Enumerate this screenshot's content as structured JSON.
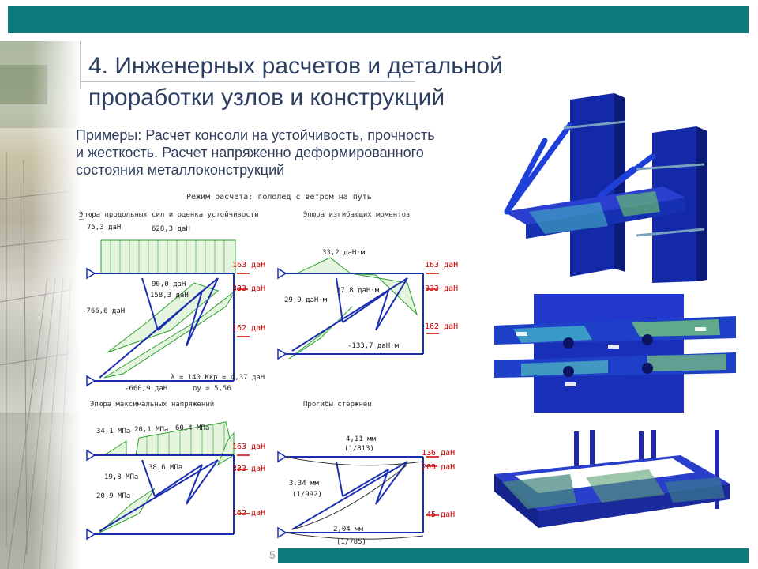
{
  "title_line1": "4. Инженерных расчетов и детальной",
  "title_line2": "проработки узлов и конструкций",
  "subtitle_line1": "Примеры: Расчет консоли на устойчивость, прочность",
  "subtitle_line2": "и жесткость. Расчет напряженно деформированного",
  "subtitle_line3": "состояния металлоконструкций",
  "diagram_title": "Режим расчета: гололед с ветром на путь",
  "panels": {
    "axial": {
      "title": "Эпюра продольных сил и оценка устойчивости",
      "labels": [
        "75,3 даН",
        "628,3 даН",
        "90,0 даН",
        "158,3 даН",
        "-766,6 даН",
        "-660,9 даН"
      ],
      "loads": [
        "163 даН",
        "333 даН",
        "162 даН"
      ],
      "stability": "λ = 140  Ккр = 4,37 даН",
      "ny": "nу = 5,56"
    },
    "moments": {
      "title": "Эпюра изгибающих моментов",
      "labels": [
        "33,2 даН·м",
        "37,8 даН·м",
        "29,9 даН·м",
        "-133,7 даН·м"
      ],
      "loads": [
        "163 даН",
        "333 даН",
        "162 даН"
      ]
    },
    "stress": {
      "title": "Эпюра максимальных напряжений",
      "labels": [
        "34,1 МПа",
        "20,1 МПа",
        "60,4 МПа",
        "38,6 МПа",
        "19,8 МПа",
        "20,9 МПа"
      ],
      "loads": [
        "163 даН",
        "333 даН",
        "162 даН"
      ]
    },
    "deflection": {
      "title": "Прогибы стержней",
      "labels": [
        "4,11 мм",
        "(1/813)",
        "3,34 мм",
        "(1/992)",
        "2,04 мм",
        "(1/785)"
      ],
      "loads": [
        "136 даН",
        "263 даН",
        "45 даН"
      ]
    }
  },
  "page_number": "5",
  "colors": {
    "accent": "#0f7a7e",
    "title": "#2e3f62",
    "frame": "#1a2fb0",
    "diagram": "#2ca02c",
    "load": "#cc0000"
  }
}
